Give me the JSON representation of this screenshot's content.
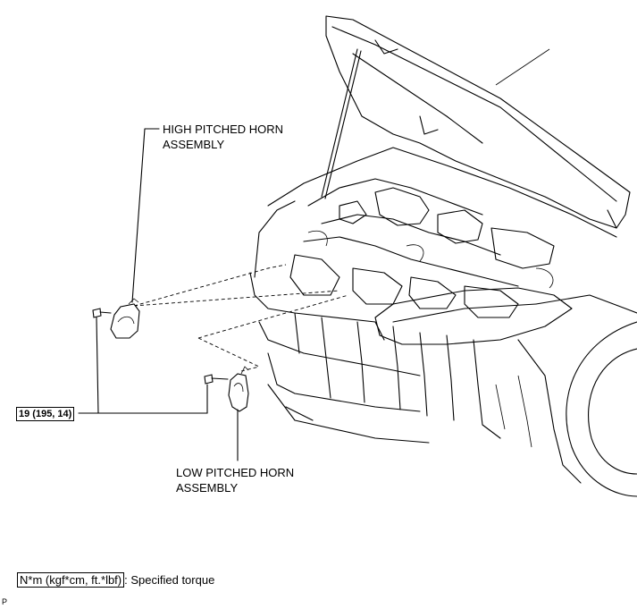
{
  "labels": {
    "high_horn_line1": "HIGH PITCHED HORN",
    "high_horn_line2": "ASSEMBLY",
    "low_horn_line1": "LOW PITCHED HORN",
    "low_horn_line2": "ASSEMBLY"
  },
  "torque": {
    "value": "19 (195, 14)"
  },
  "legend": {
    "unit_box": "N*m (kgf*cm, ft.*lbf)",
    "description": ": Specified torque"
  },
  "corner_mark": "P"
}
